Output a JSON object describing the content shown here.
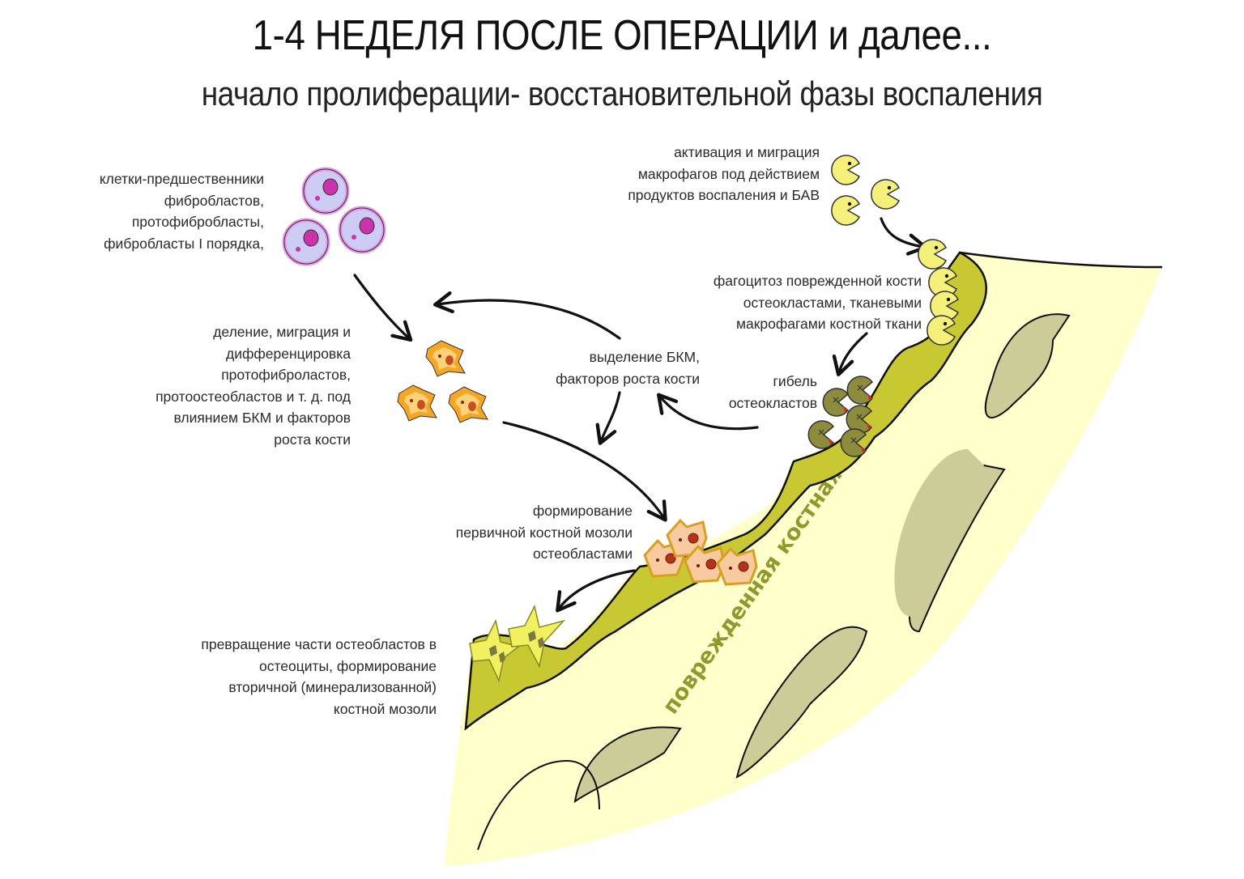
{
  "title": {
    "main": "1-4 НЕДЕЛЯ ПОСЛЕ ОПЕРАЦИИ и далее...",
    "subtitle": "начало пролиферации- восстановительной фазы воспаления"
  },
  "labels": {
    "precursors": [
      "клетки-предшественники",
      "фибробластов,",
      "протофибробласты,",
      "фибробласты I порядка,"
    ],
    "macrophage_activation": [
      "активация и миграция",
      "макрофагов под действием",
      "продуктов воспаления и БАВ"
    ],
    "phagocytosis": [
      "фагоцитоз поврежденной кости",
      "остеокластами, тканевыми",
      "макрофагами костной ткани"
    ],
    "division": [
      "деление, миграция и",
      "дифференцировка",
      "протофиброластов,",
      "протоостеобластов и т. д. под",
      "влиянием БКМ и факторов",
      "роста кости"
    ],
    "secretion": [
      "выделение БКМ,",
      "факторов роста кости"
    ],
    "osteoclast_death": [
      "гибель",
      "остеокластов"
    ],
    "primary_callus": [
      "формирование",
      "первичной костной мозоли",
      "остеобластами"
    ],
    "secondary_callus": [
      "превращение части остеобластов в",
      "остеоциты, формирование",
      "вторичной (минерализованной)",
      "костной мозоли"
    ],
    "damaged_bone": "поврежденная костная ткань"
  },
  "colors": {
    "bone": "#ffffcc",
    "bone_cavity": "#cccc99",
    "callus": "#c8c832",
    "macrophage": "#f5f07a",
    "dead_osteoclast": "#8c8c3c",
    "precursor_cell": "#ccccf5",
    "precursor_rim": "#e699e6",
    "nucleus": "#cc33aa",
    "fibroblast": "#f5a623",
    "fibroblast_inner": "#ffd27a",
    "osteoblast": "#f7caa0",
    "osteoblast_rim": "#d9a020",
    "osteocyte": "#f0f060",
    "bone_label": "#8e9a2e"
  }
}
